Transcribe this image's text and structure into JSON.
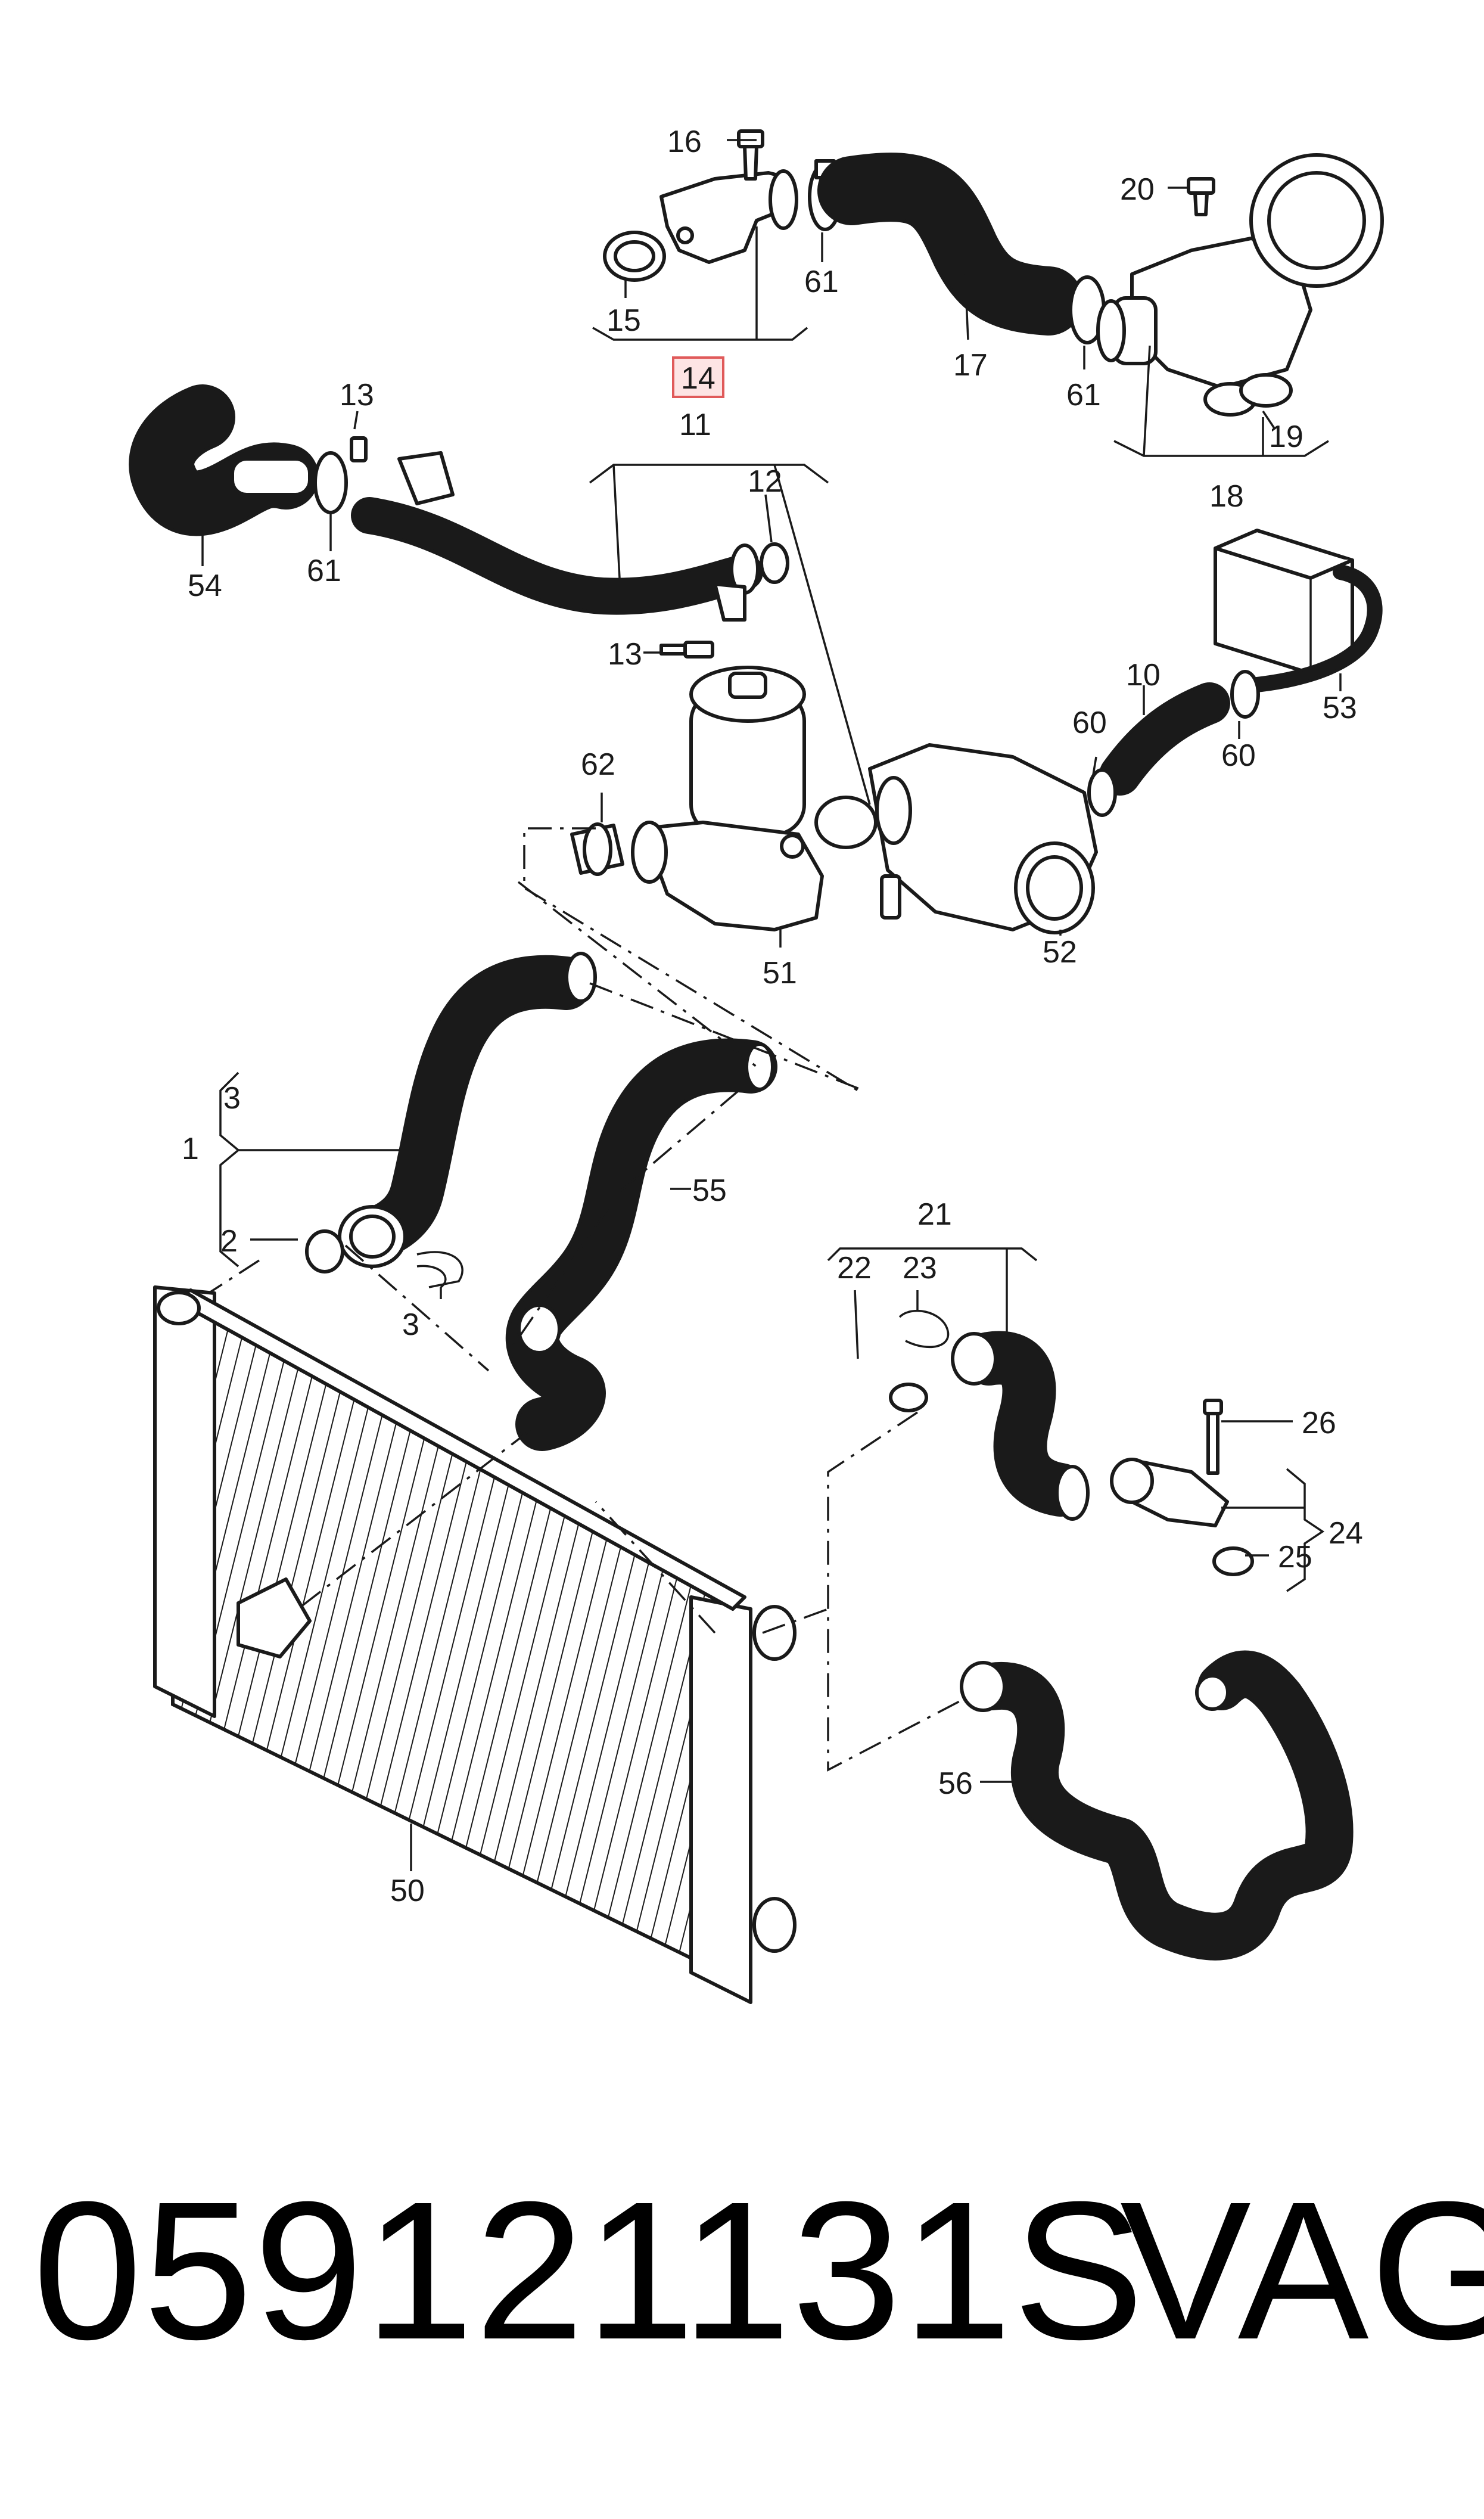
{
  "diagram": {
    "callouts": {
      "c1": "1",
      "c2": "2",
      "c3a": "3",
      "c3b": "3",
      "c10": "10",
      "c11": "11",
      "c12": "12",
      "c13a": "13",
      "c13b": "13",
      "c14": "14",
      "c15": "15",
      "c16": "16",
      "c17": "17",
      "c18": "18",
      "c19": "19",
      "c20": "20",
      "c21": "21",
      "c22": "22",
      "c23": "23",
      "c24": "24",
      "c25": "25",
      "c26": "26",
      "c50": "50",
      "c51": "51",
      "c52": "52",
      "c53": "53",
      "c54": "54",
      "c55": "55",
      "c56": "56",
      "c60a": "60",
      "c60b": "60",
      "c61a": "61",
      "c61b": "61",
      "c61c": "61",
      "c62": "62"
    },
    "highlighted_callout": "14",
    "highlight_color": "#e05a5a"
  },
  "footer": {
    "part_number": "059121131S",
    "brand": "VAG"
  }
}
